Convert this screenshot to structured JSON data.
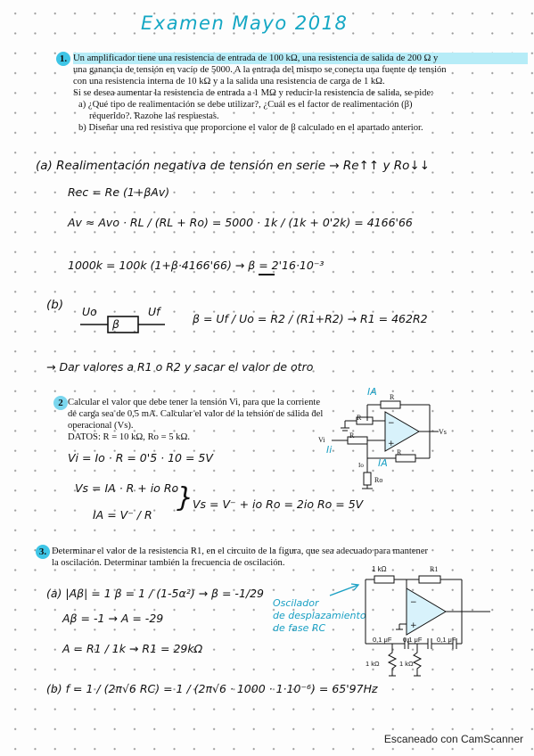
{
  "title": "Examen Mayo 2018",
  "p1": {
    "number": "1.",
    "lines": [
      "Un amplificador tiene una resistencia de entrada de 100 kΩ, una resistencia de salida de 200 Ω y",
      "una ganancia de tensión en vacío de 5000. A la entrada del mismo se conecta una fuente de tensión",
      "con una resistencia interna de 10 kΩ y a la salida una resistencia de carga de 1 kΩ.",
      "Si se desea aumentar la resistencia de entrada a 1 MΩ y reducir la resistencia de salida, se pide:",
      "a) ¿Qué tipo de realimentación se debe utilizar?, ¿Cuál es el factor de realimentación (β)",
      "requerido?. Razone las respuestas.",
      "b) Diseñar una red resistiva que proporcione el valor de β calculado en el apartado anterior."
    ],
    "hw": {
      "a1": "(a) Realimentación negativa de tensión en serie → Re↑↑ y Ro↓↓",
      "a2": "Rec = Re (1+βAv)",
      "a3": "Av ≈ Avo · RL / (RL + Ro) = 5000 · 1k / (1k + 0'2k) = 4166'66",
      "a4": "1000k = 100k (1+β·4166'66)   → β = 2'16·10⁻³",
      "b1": "(b)",
      "b_box": "β",
      "b_uo": "Uo",
      "b_uf": "Uf",
      "b2": "β = Uf / Uo = R2 / (R1+R2)   → R1 = 462R2",
      "b3": "→ Dar valores a R1 o R2 y sacar el valor de otro"
    }
  },
  "p2": {
    "number": "2",
    "lines": [
      "Calcular el valor que debe tener la tensión Vi, para que la corriente",
      "de carga sea de 0,5 mA. Calcular el valor de la tensión de salida del",
      "operacional (Vs).",
      "DATOS: R = 10 kΩ, Ro = 5 kΩ."
    ],
    "hw": {
      "l1": "Vi = Io · R = 0'5 · 10 = 5V",
      "l2": "Vs = IA · R + io Ro",
      "l3": "IA = V⁻ / R",
      "l4": "Vs = V⁻ + io Ro = 2io Ro = 5V"
    },
    "circuit": {
      "r": "R",
      "vi": "Vi",
      "vs": "Vs",
      "ro": "Ro",
      "io": "Io",
      "ia": "IA",
      "ii": "Ii"
    }
  },
  "p3": {
    "number": "3.",
    "lines": [
      "Determinar el valor de la resistencia R1, en el circuito de la figura, que sea adecuado para mantener",
      "la oscilación. Determinar también la frecuencia de oscilación."
    ],
    "hw": {
      "a1": "(a) |Aβ| = 1    β = 1 / (1-5α²)   → β = -1/29",
      "a2": "Aβ = -1  → A = -29",
      "a3": "A = R1 / 1k   → R1 = 29kΩ",
      "b1": "(b) f = 1 / (2π√6 RC) = 1 / (2π√6 · 1000 · 1·10⁻⁶) = 65'97Hz"
    },
    "annotation": [
      "Oscilador",
      "de desplazamiento",
      "de fase RC"
    ],
    "circuit": {
      "r1k": "1 kΩ",
      "r1": "R1",
      "c": "0,1 μF",
      "rb1": "1 kΩ",
      "rb2": "1 kΩ"
    }
  },
  "footer": "Escaneado con CamScanner"
}
